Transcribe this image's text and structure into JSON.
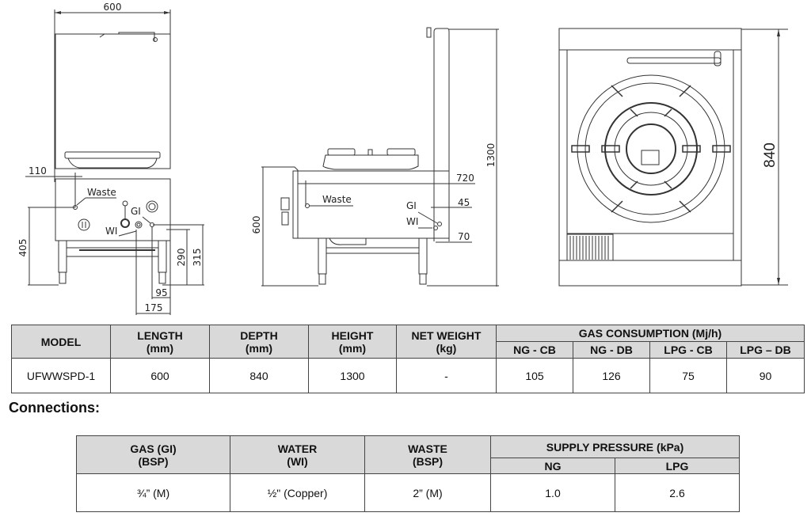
{
  "drawings": {
    "front_view": {
      "dimensions": {
        "width": "600",
        "waste_offset": "110",
        "waste_height": "405",
        "gi_height": "315",
        "wi_height": "290",
        "gi_offset": "95",
        "wi_offset": "175"
      },
      "labels": {
        "waste": "Waste",
        "gi": "GI",
        "wi": "WI"
      }
    },
    "side_view": {
      "dimensions": {
        "height_body": "600",
        "height_total": "1300",
        "waste_depth": "720",
        "gi_depth": "45",
        "wi_depth": "70"
      },
      "labels": {
        "waste": "Waste",
        "gi": "GI",
        "wi": "WI"
      }
    },
    "top_view": {
      "dimensions": {
        "depth": "840"
      }
    }
  },
  "spec_table": {
    "headers": {
      "model": "MODEL",
      "length": [
        "LENGTH",
        "(mm)"
      ],
      "depth": [
        "DEPTH",
        "(mm)"
      ],
      "height": [
        "HEIGHT",
        "(mm)"
      ],
      "net_weight": [
        "NET WEIGHT",
        "(kg)"
      ],
      "gas_consumption": "GAS CONSUMPTION (Mj/h)",
      "gas_sub": [
        "NG - CB",
        "NG - DB",
        "LPG - CB",
        "LPG – DB"
      ]
    },
    "rows": [
      {
        "model": "UFWWSPD-1",
        "length": "600",
        "depth": "840",
        "height": "1300",
        "net_weight": "-",
        "gas": [
          "105",
          "126",
          "75",
          "90"
        ]
      }
    ]
  },
  "connections": {
    "title": "Connections:",
    "headers": {
      "gas": [
        "GAS (GI)",
        "(BSP)"
      ],
      "water": [
        "WATER",
        "(WI)"
      ],
      "waste": [
        "WASTE",
        "(BSP)"
      ],
      "supply_pressure": "SUPPLY PRESSURE (kPa)",
      "pressure_sub": [
        "NG",
        "LPG"
      ]
    },
    "rows": [
      {
        "gas": "¾” (M)",
        "water": "½\" (Copper)",
        "waste": "2” (M)",
        "ng": "1.0",
        "lpg": "2.6"
      }
    ]
  }
}
